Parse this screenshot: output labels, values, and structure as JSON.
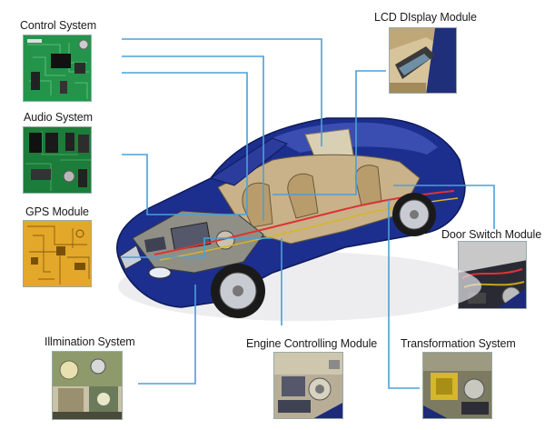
{
  "diagram": {
    "modules": {
      "control_system": "Control System",
      "audio_system": "Audio System",
      "gps_module": "GPS  Module",
      "illumination_system": "Illmination System",
      "lcd_display_module": "LCD DIsplay Module",
      "door_switch_module": "Door Switch Module",
      "engine_controlling_module": "Engine Controlling Module",
      "transformation_system": "Transformation System"
    },
    "colors": {
      "connector_line": "#4aa0d8",
      "car_body": "#1b2f8f",
      "pcb_green": "#1f8a3c",
      "pcb_gold": "#e0a524",
      "interior_tan": "#cdb48a"
    }
  }
}
